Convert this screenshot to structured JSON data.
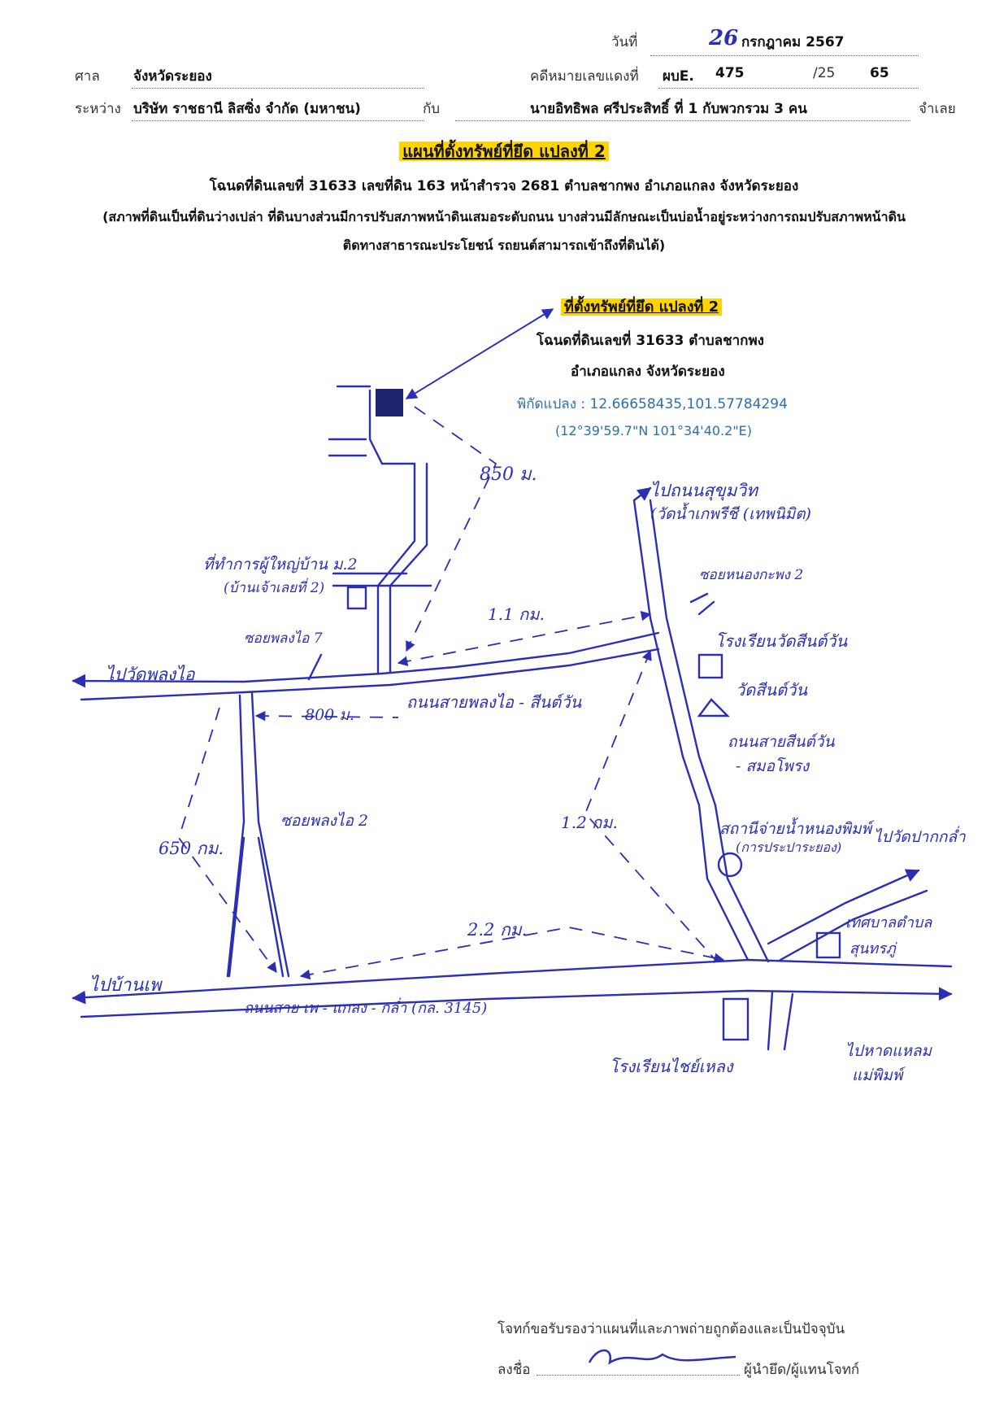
{
  "header": {
    "date_label": "วันที่",
    "date_day": "26",
    "date_month_year": "กรกฎาคม 2567",
    "court_label": "ศาล",
    "court_value": "จังหวัดระยอง",
    "case_label": "คดีหมายเลขแดงที่",
    "case_prefix": "ผบE.",
    "case_number": "475",
    "case_year_prefix": "/25",
    "case_year": "65",
    "between_label": "ระหว่าง",
    "plaintiff": "บริษัท ราชธานี ลิสซิ่ง จำกัด (มหาชน)",
    "with_label": "กับ",
    "defendant": "นายอิทธิพล  ศรีประสิทธิ์ ที่ 1 กับพวกรวม 3 คน",
    "defendant_role": "จำเลย"
  },
  "title": {
    "heading": "แผนที่ตั้งทรัพย์ที่ยึด แปลงที่ 2",
    "line1": "โฉนดที่ดินเลขที่ 31633 เลขที่ดิน 163 หน้าสำรวจ 2681 ตำบลชากพง อำเภอแกลง จังหวัดระยอง",
    "line2": "(สภาพที่ดินเป็นที่ดินว่างเปล่า ที่ดินบางส่วนมีการปรับสภาพหน้าดินเสมอระดับถนน บางส่วนมีลักษณะเป็นบ่อน้ำอยู่ระหว่างการถมปรับสภาพหน้าดิน",
    "line3": "ติดทางสาธารณะประโยชน์ รถยนต์สามารถเข้าถึงที่ดินได้)"
  },
  "callout": {
    "heading": "ที่ตั้งทรัพย์ที่ยึด แปลงที่ 2",
    "line1": "โฉนดที่ดินเลขที่ 31633 ตำบลชากพง",
    "line2": "อำเภอแกลง จังหวัดระยอง",
    "coords": "พิกัดแปลง : 12.66658435,101.57784294",
    "dms": "(12°39'59.7\"N 101°34'40.2\"E)"
  },
  "map_labels": {
    "dist_850": "850 ม.",
    "to_sukhumvit": "ไปถนนสุขุมวิท",
    "to_temple_top": "(วัดน้ำเกพรีชี (เทพนิมิต)",
    "village_office": "ที่ทำการผู้ใหญ่บ้าน ม.2",
    "village_office_sub": "(บ้านเจ้าเลยที่ 2)",
    "soi_noen_kho_2": "ซอยหนองกะพง 2",
    "dist_1_1": "1.1 กม.",
    "soi_phlio_7": "ซอยพลงไอ 7",
    "school": "โรงเรียนวัดสีนต์วัน",
    "to_wat_phlio": "ไปวัดพลงไอ",
    "wat": "วัดสีนต์วัน",
    "dist_800": "800 ม.",
    "road_phlio_sinwan": "ถนนสายพลงไอ - สีนต์วัน",
    "road_sinwan_sommo": "ถนนสายสีนต์วัน",
    "road_sinwan_sommo2": "- สมอโพรง",
    "dist_650": "650 กม.",
    "soi_phlio_2": "ซอยพลงไอ 2",
    "dist_1_2": "1.2 กม.",
    "gas_station": "สถานีจ่ายน้ำหนองพิมพ์",
    "gas_station_sub": "(การประปาระยอง)",
    "to_wat_pakkla": "ไปวัดปากกล่ำ",
    "dist_2_2": "2.2 กม.",
    "municipality": "เทศบาลตำบล",
    "municipality_sub": "สุนทรภู่",
    "to_ban_phe": "ไปบ้านเพ",
    "road_phe_klang": "ถนนสาย เพ - แกลง - กล่ำ (กล. 3145)",
    "school2": "โรงเรียนไชย์เหลง",
    "to_beach": "ไปหาดแหลม",
    "to_beach2": "แม่พิมพ์"
  },
  "footer": {
    "certify": "โจทก์ขอรับรองว่าแผนที่และภาพถ่ายถูกต้องและเป็นปัจจุบัน",
    "sign_label": "ลงชื่อ",
    "sign_role": "ผู้นำยึด/ผู้แทนโจทก์"
  },
  "colors": {
    "ink": "#2a2fb5",
    "highlight": "#ffd400",
    "parcel": "#1f2370"
  }
}
